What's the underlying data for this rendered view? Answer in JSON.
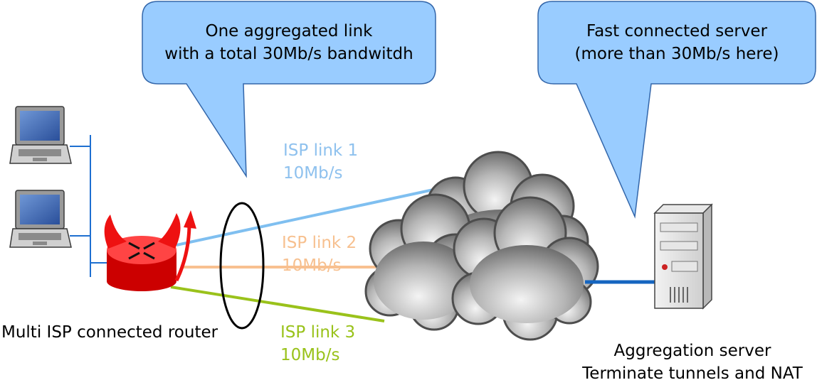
{
  "callout_left": {
    "line1": "One aggregated link",
    "line2": "with a total 30Mb/s bandwitdh"
  },
  "callout_right": {
    "line1": "Fast connected server",
    "line2": "(more than 30Mb/s here)"
  },
  "links": [
    {
      "name": "ISP link 1",
      "speed": "10Mb/s",
      "color": "#7fbff0"
    },
    {
      "name": "ISP link 2",
      "speed": "10Mb/s",
      "color": "#f8c090"
    },
    {
      "name": "ISP link 3",
      "speed": "10Mb/s",
      "color": "#9ac21b"
    }
  ],
  "router_label": "Multi ISP connected router",
  "server_label": {
    "line1": "Aggregation server",
    "line2": "Terminate tunnels and NAT"
  },
  "colors": {
    "callout_fill": "#99ccff",
    "callout_stroke": "#3366aa",
    "router": "#ee1111",
    "lan": "#1e6fd0",
    "server_link": "#1565c0",
    "cloud": "#8a8a8a"
  },
  "icons": [
    "laptop-icon",
    "router-icon",
    "cloud-icon",
    "server-icon"
  ]
}
